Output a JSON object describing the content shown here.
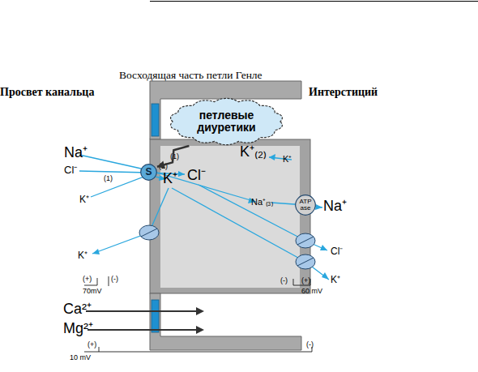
{
  "diagram": {
    "title": "Восходящая часть петли Генле",
    "nodes": [
      {
        "text": [
          "петлевые диуретики"
        ]
      },
      {
        "text": [
          "S"
        ]
      },
      {
        "text": [
          "ATP ase"
        ]
      }
    ],
    "edges": [
      {
        "from": 0,
        "to": 1,
        "arrow": "to"
      }
    ],
    "labels": [
      "Просвет канальца",
      "Интерстиций",
      "Na⁺",
      "Cl⁻",
      "(1)",
      "(2)",
      "(1)",
      "K⁺",
      "Cl⁻",
      "K⁺₍₂₎",
      "K⁺",
      "Na⁺₍₃₎",
      "Na⁺",
      "K⁺",
      "K⁺",
      "Cl⁻",
      "K⁺",
      "(+)",
      "(-)",
      "70mV",
      "(-)",
      "(+)",
      "60 mV",
      "Ca²⁺",
      "Mg²⁺",
      "(+)",
      "10 mV",
      "(-)"
    ]
  }
}
